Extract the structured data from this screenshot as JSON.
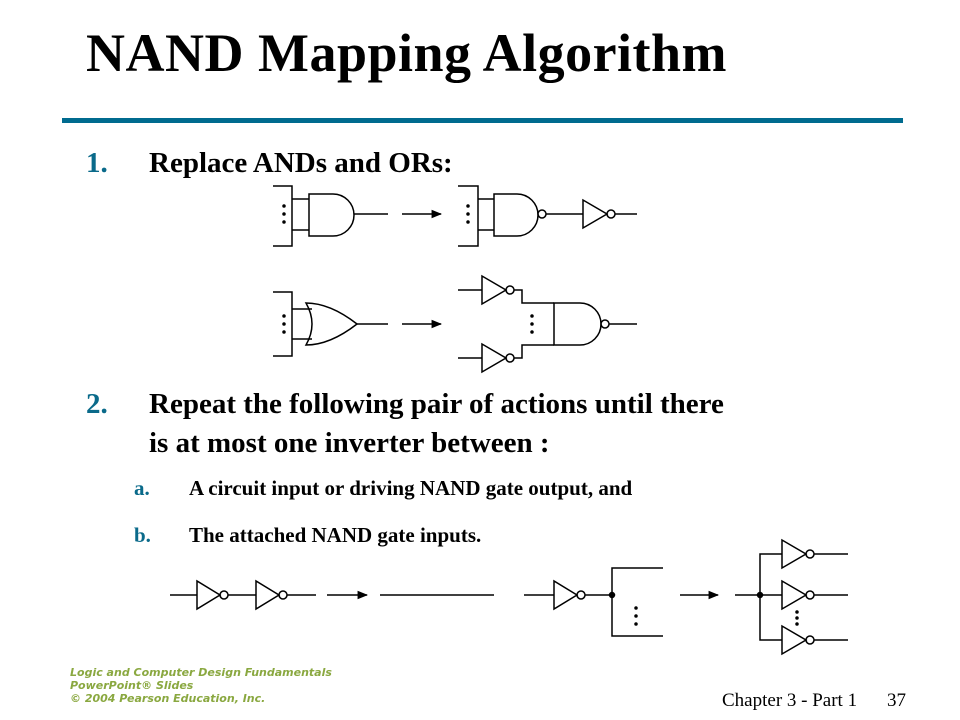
{
  "title": "NAND Mapping Algorithm",
  "steps": [
    {
      "number": "1.",
      "text": "Replace ANDs and ORs:"
    },
    {
      "number": "2.",
      "text_line1": "Repeat the following pair of actions until there",
      "text_line2": "is at most one inverter between :"
    }
  ],
  "substeps": [
    {
      "letter": "a.",
      "text": "A circuit input or driving NAND gate output, and"
    },
    {
      "letter": "b.",
      "text": "The attached NAND gate inputs."
    }
  ],
  "footer": {
    "line1": "Logic and Computer Design Fundamentals",
    "line2": "PowerPoint® Slides",
    "line3": "© 2004 Pearson Education, Inc."
  },
  "chapter_label": "Chapter 3 - Part 1",
  "page_number": "37",
  "colors": {
    "rule": "#006b8f",
    "numbering": "#0a6a8a",
    "footer": "#8aa840"
  }
}
